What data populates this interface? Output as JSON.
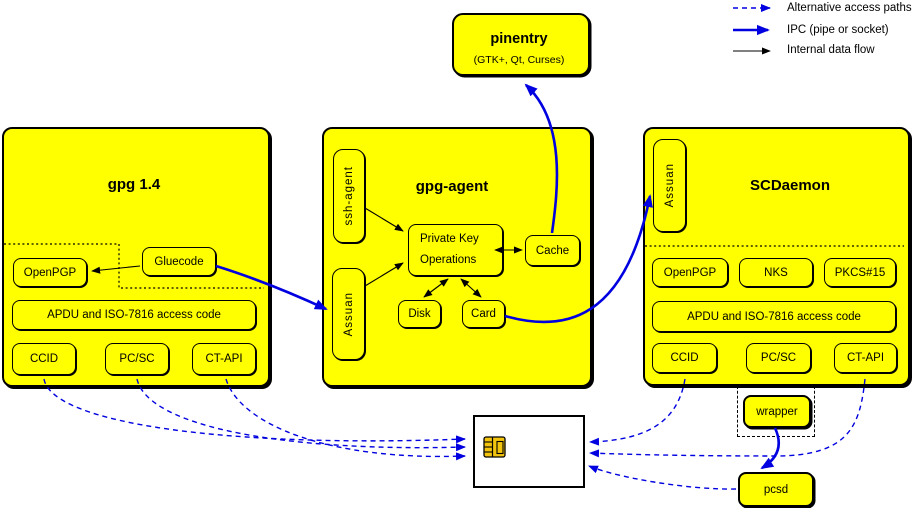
{
  "legend": {
    "items": [
      {
        "label": "Alternative access paths",
        "style": "dashed-blue-arrow"
      },
      {
        "label": "IPC (pipe or socket)",
        "style": "solid-blue-thick-arrow"
      },
      {
        "label": "Internal data flow",
        "style": "solid-black-arrow"
      }
    ]
  },
  "pinentry": {
    "title": "pinentry",
    "subtitle": "(GTK+, Qt, Curses)"
  },
  "gpg14": {
    "title": "gpg 1.4",
    "gluecode": "Gluecode",
    "openpgp": "OpenPGP",
    "apdu": "APDU and ISO-7816 access code",
    "ccid": "CCID",
    "pcsc": "PC/SC",
    "ctapi": "CT-API"
  },
  "gpgagent": {
    "title": "gpg-agent",
    "ssh_agent": "ssh-agent",
    "assuan": "Assuan",
    "pko_line1": "Private Key",
    "pko_line2": "Operations",
    "cache": "Cache",
    "disk": "Disk",
    "card": "Card"
  },
  "scdaemon": {
    "title": "SCDaemon",
    "assuan": "Assuan",
    "openpgp": "OpenPGP",
    "nks": "NKS",
    "pkcs15": "PKCS#15",
    "apdu": "APDU and ISO-7816 access code",
    "ccid": "CCID",
    "pcsc": "PC/SC",
    "ctapi": "CT-API",
    "wrapper": "wrapper"
  },
  "pcsd": {
    "label": "pcsd"
  },
  "colors": {
    "box_fill": "#ffff00",
    "ipc_blue": "#0000e0",
    "line_black": "#000000",
    "card_fill": "#ffffff",
    "chip_gold": "#f2c40e"
  }
}
